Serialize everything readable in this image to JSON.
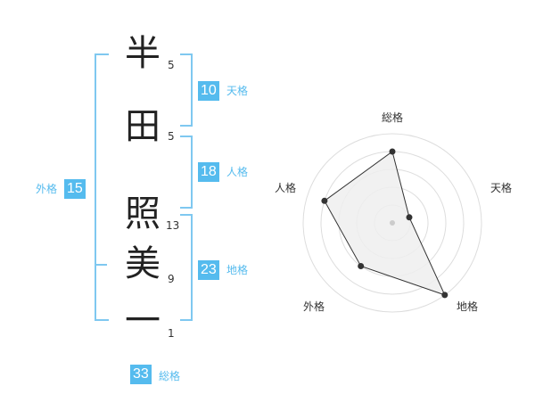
{
  "name": {
    "characters": [
      {
        "char": "半",
        "strokes": "5"
      },
      {
        "char": "田",
        "strokes": "5"
      },
      {
        "char": "照",
        "strokes": "13"
      },
      {
        "char": "美",
        "strokes": "9"
      },
      {
        "char": "一",
        "strokes": "1"
      }
    ]
  },
  "fortunes": {
    "tenkaku": {
      "value": "10",
      "label": "天格"
    },
    "jinkaku": {
      "value": "18",
      "label": "人格"
    },
    "chikaku": {
      "value": "23",
      "label": "地格"
    },
    "gaikaku": {
      "value": "15",
      "label": "外格"
    },
    "soukaku": {
      "value": "33",
      "label": "総格"
    }
  },
  "radar": {
    "axes": [
      "総格",
      "天格",
      "地格",
      "外格",
      "人格"
    ],
    "levels": 5,
    "scores": [
      4,
      1,
      5,
      3,
      4
    ],
    "colors": {
      "fill": "#eeeeee",
      "stroke": "#333333",
      "grid": "#dddddd"
    }
  },
  "colors": {
    "accent": "#55bbee",
    "bracket": "#7fc8f0"
  }
}
